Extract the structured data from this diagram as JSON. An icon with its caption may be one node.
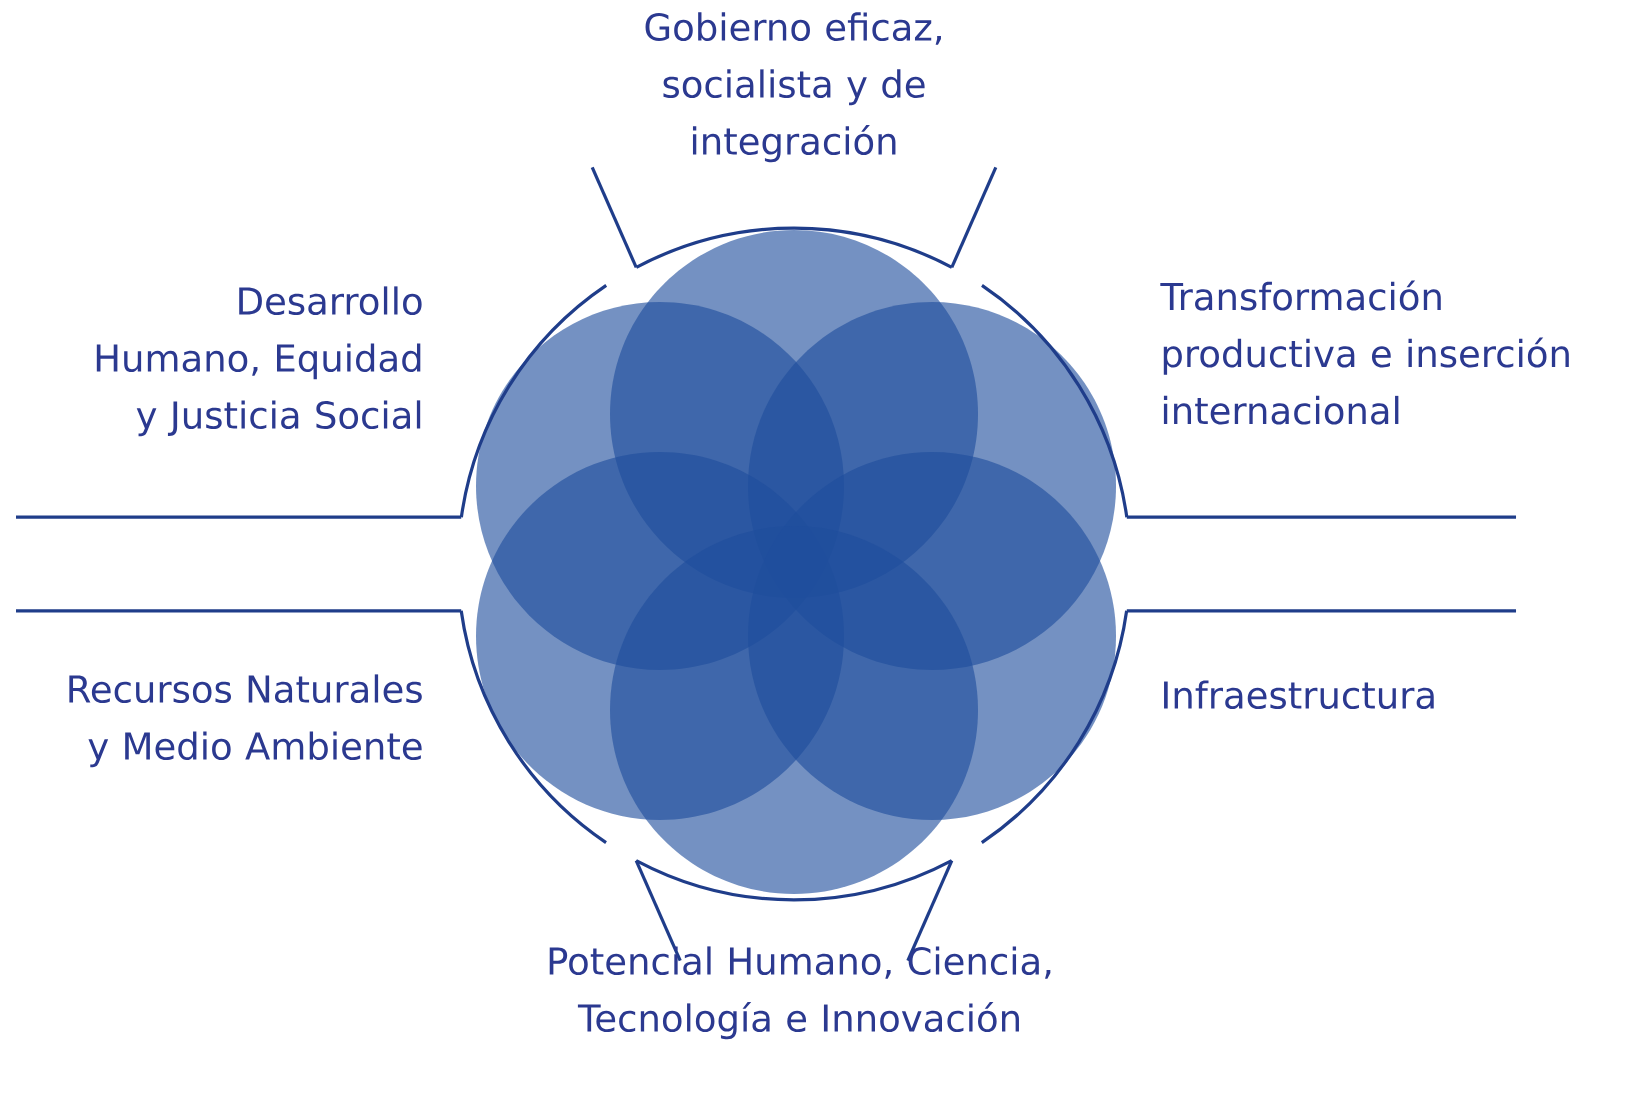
{
  "diagram": {
    "labels": [
      "Gobierno eficaz, socialista y de integración",
      "Desarrollo Humano, Equidad y Justicia Social",
      "Transformación productiva e inserción internacional",
      "Recursos Naturales y Medio Ambiente",
      "Infraestructura",
      "Potencial Humano, Ciencia, Tecnología e Innovación"
    ]
  }
}
